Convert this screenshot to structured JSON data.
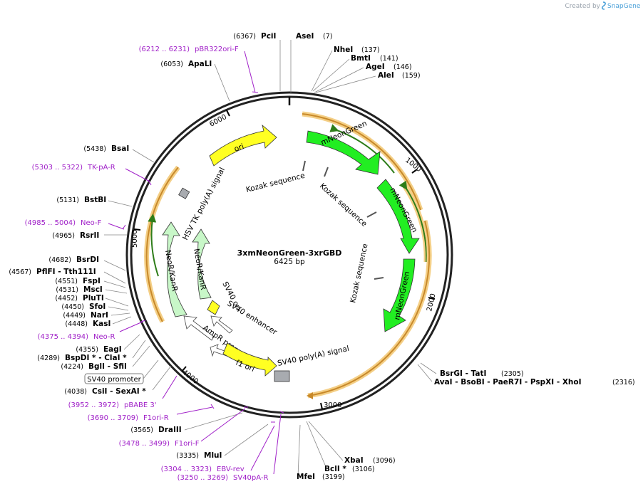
{
  "credit": {
    "prefix": "Created by",
    "brand": "SnapGene"
  },
  "plasmid": {
    "name": "3xmNeonGreen-3xrGBD",
    "length_label": "6425 bp"
  },
  "ticks": [
    "1000",
    "2000",
    "3000",
    "4000",
    "5000",
    "6000"
  ],
  "colors": {
    "mNeonGreen": "#22ee22",
    "ori": "#ffff22",
    "NeoR": "#c8f7c8",
    "AmpR": "#ffffff",
    "orf_outline": "#e4a830",
    "primer": "#a020c8"
  },
  "enzymes": [
    {
      "name": "PciI",
      "pos": "(6367)"
    },
    {
      "name": "AseI",
      "pos": "(7)"
    },
    {
      "name": "NheI",
      "pos": "(137)"
    },
    {
      "name": "BmtI",
      "pos": "(141)"
    },
    {
      "name": "AgeI",
      "pos": "(146)"
    },
    {
      "name": "AleI",
      "pos": "(159)"
    },
    {
      "name": "ApaLI",
      "pos": "(6053)"
    },
    {
      "name": "BsaI",
      "pos": "(5438)"
    },
    {
      "name": "BstBI",
      "pos": "(5131)"
    },
    {
      "name": "RsrII",
      "pos": "(4965)"
    },
    {
      "name": "BsrDI",
      "pos": "(4682)"
    },
    {
      "name": "PflFI - Tth111I",
      "pos": "(4567)"
    },
    {
      "name": "FspI",
      "pos": "(4551)"
    },
    {
      "name": "MscI",
      "pos": "(4531)"
    },
    {
      "name": "PluTI",
      "pos": "(4452)"
    },
    {
      "name": "SfoI",
      "pos": "(4450)"
    },
    {
      "name": "NarI",
      "pos": "(4449)"
    },
    {
      "name": "KasI",
      "pos": "(4448)"
    },
    {
      "name": "EagI",
      "pos": "(4355)"
    },
    {
      "name": "BspDI * - ClaI *",
      "pos": "(4289)"
    },
    {
      "name": "BglI - SfiI",
      "pos": "(4224)"
    },
    {
      "name": "CsiI - SexAI *",
      "pos": "(4038)"
    },
    {
      "name": "DraIII",
      "pos": "(3565)"
    },
    {
      "name": "MluI",
      "pos": "(3335)"
    },
    {
      "name": "MfeI",
      "pos": "(3199)"
    },
    {
      "name": "BclI *",
      "pos": "(3106)"
    },
    {
      "name": "XbaI",
      "pos": "(3096)"
    },
    {
      "name": "BsrGI - TatI",
      "pos": "(2305)"
    },
    {
      "name": "AvaI - BsoBI - PaeR7I - PspXI - XhoI",
      "pos": "(2316)"
    }
  ],
  "primers": [
    {
      "name": "pBR322ori-F",
      "range": "(6212 .. 6231)"
    },
    {
      "name": "TK-pA-R",
      "range": "(5303 .. 5322)"
    },
    {
      "name": "Neo-F",
      "range": "(4985 .. 5004)"
    },
    {
      "name": "Neo-R",
      "range": "(4375 .. 4394)"
    },
    {
      "name": "pBABE 3'",
      "range": "(3952 .. 3972)"
    },
    {
      "name": "F1ori-R",
      "range": "(3690 .. 3709)"
    },
    {
      "name": "F1ori-F",
      "range": "(3478 .. 3499)"
    },
    {
      "name": "EBV-rev",
      "range": "(3304 .. 3323)"
    },
    {
      "name": "SV40pA-R",
      "range": "(3250 .. 3269)"
    }
  ],
  "promoter_box": "SV40 promoter",
  "features": {
    "mNeonGreen": "mNeonGreen",
    "ori": "ori",
    "NeoR": "NeoR/KanR",
    "kozak": "Kozak sequence",
    "hsv_tk": "HSV TK poly(A) signal",
    "sv40_ori": "SV40 ori",
    "sv40_enh": "SV40 enhancer",
    "ampr_prom": "AmpR promoter",
    "f1_ori": "f1 ori",
    "sv40_polya": "SV40 poly(A) signal"
  }
}
